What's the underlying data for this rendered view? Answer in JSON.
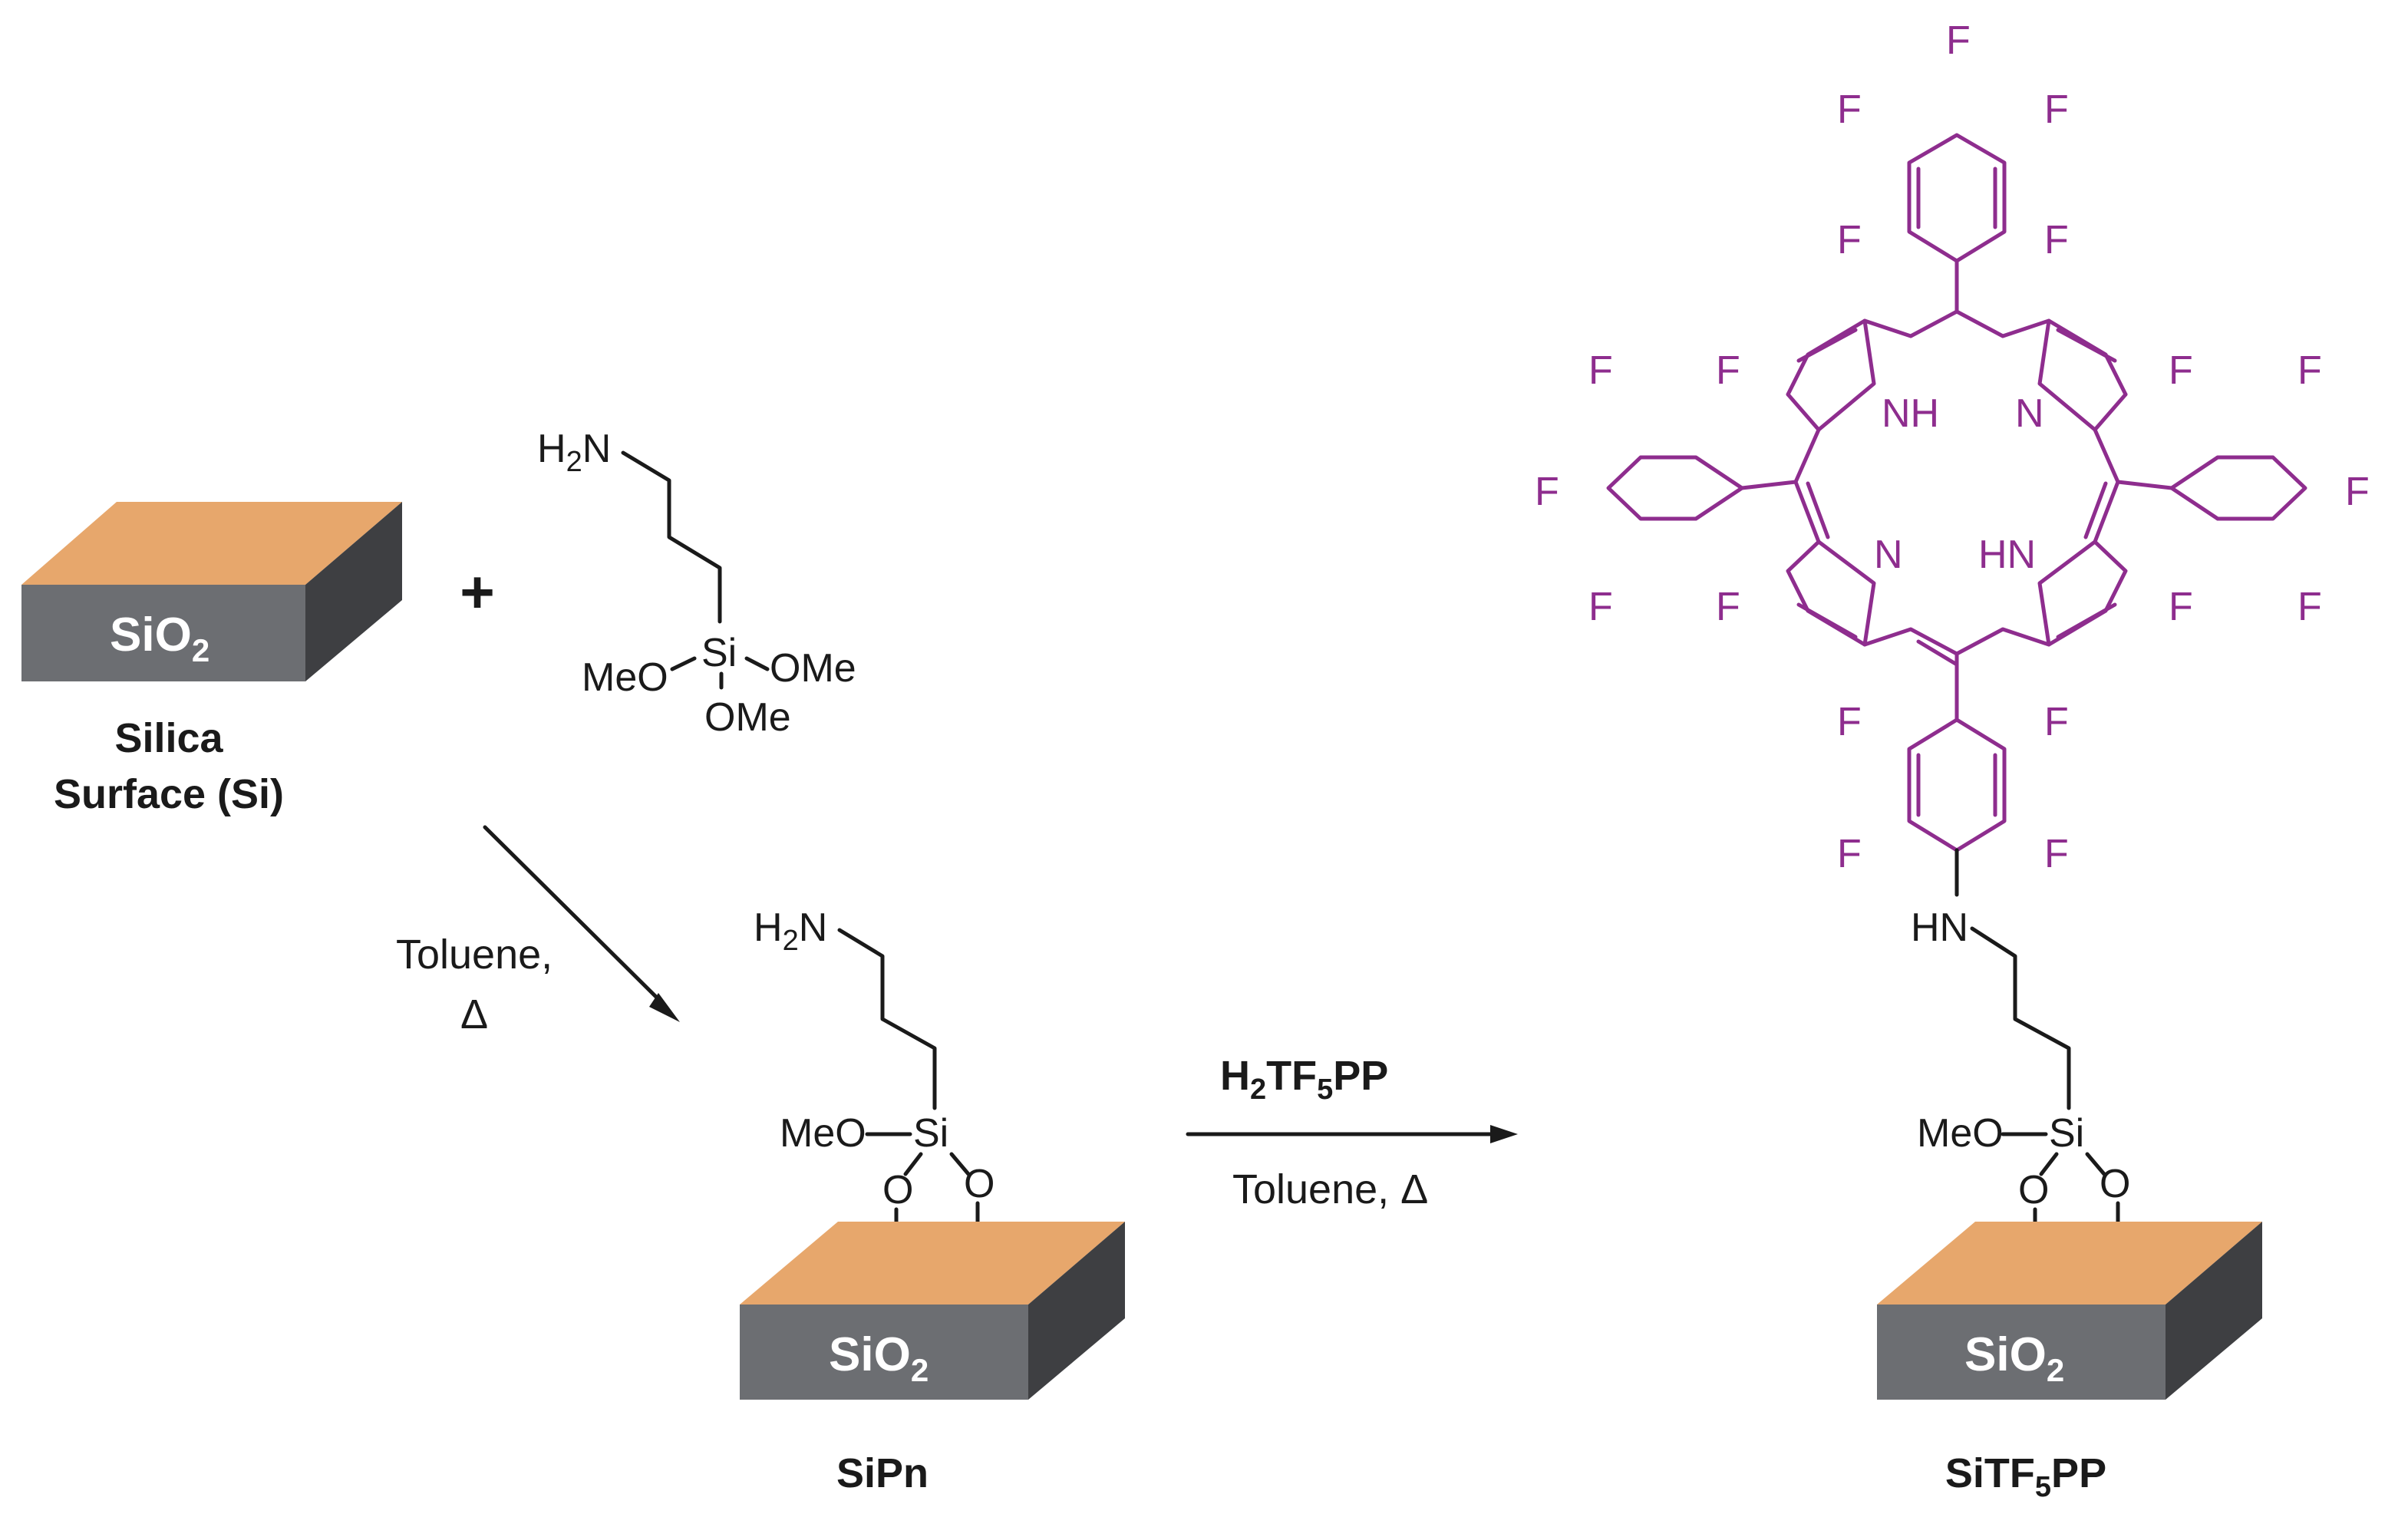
{
  "colors": {
    "slab_top": "#e7a76c",
    "slab_front": "#6c6e72",
    "slab_side": "#3e3f42",
    "porphyrin": "#8e2d8e",
    "bonds": "#1a1a1a"
  },
  "slab_label": "SiO",
  "slab_label_sub": "2",
  "silica": {
    "line1": "Silica",
    "line2": "Surface (Si)"
  },
  "plus_sign": "+",
  "aptms": {
    "h2n_h": "H",
    "h2n_sub": "2",
    "h2n_n": "N",
    "si": "Si",
    "ome_left": "MeO",
    "ome_right": "OMe",
    "ome_bottom": "OMe"
  },
  "step1": {
    "reagent": "Toluene,",
    "condition": "Δ"
  },
  "sipn": {
    "label": "SiPn",
    "h2n_h": "H",
    "h2n_sub": "2",
    "h2n_n": "N",
    "meo": "MeO",
    "si": "Si",
    "o": "O"
  },
  "step2": {
    "reagent_h": "H",
    "reagent_sub1": "2",
    "reagent_tf": "TF",
    "reagent_sub2": "5",
    "reagent_pp": "PP",
    "condition": "Toluene, Δ"
  },
  "product": {
    "label_main": "SiTF",
    "label_sub": "5",
    "label_end": "PP",
    "hn_linker": "HN",
    "meo": "MeO",
    "si": "Si",
    "o": "O",
    "porphyrin_nh": "NH",
    "porphyrin_n": "N",
    "porphyrin_hn": "HN",
    "fluorine": "F"
  }
}
